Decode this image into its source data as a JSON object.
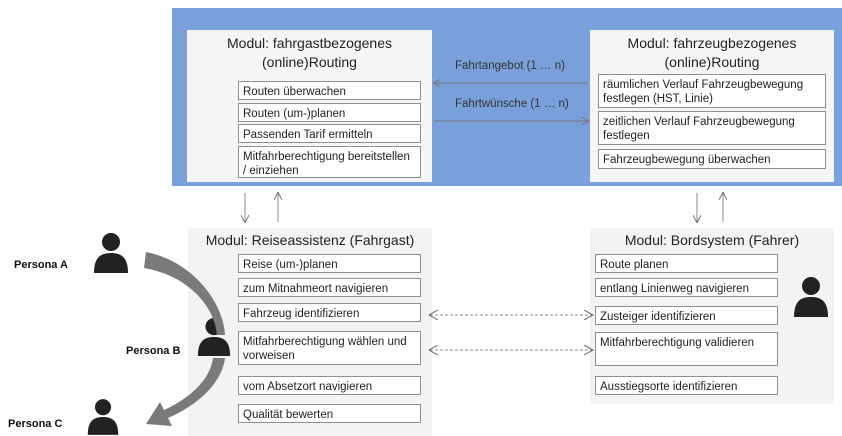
{
  "left_top_module": {
    "title_line1": "Modul: fahrgastbezogenes",
    "title_line2": "(online)Routing",
    "items": [
      "Routen überwachen",
      "Routen (um-)planen",
      "Passenden Tarif ermitteln",
      "Mitfahrberechtigung bereitstellen / einziehen"
    ]
  },
  "right_top_module": {
    "title_line1": "Modul: fahrzeugbezogenes",
    "title_line2": "(online)Routing",
    "items": [
      "räumlichen Verlauf Fahrzeugbewegung festlegen (HST, Linie)",
      "zeitlichen Verlauf Fahrzeugbewegung festlegen",
      "Fahrzeugbewegung überwachen"
    ]
  },
  "connections": {
    "offer": "Fahrtangebot (1 … n)",
    "wishes": "Fahrtwünsche (1 … n)"
  },
  "left_bottom_module": {
    "title": "Modul: Reiseassistenz (Fahrgast)",
    "items": [
      "Reise (um-)planen",
      "zum Mitnahmeort navigieren",
      "Fahrzeug identifizieren",
      "Mitfahrberechtigung wählen und vorweisen",
      "vom Absetzort navigieren",
      "Qualität bewerten"
    ]
  },
  "right_bottom_module": {
    "title": "Modul: Bordsystem (Fahrer)",
    "items": [
      "Route planen",
      "entlang Linienweg navigieren",
      "Zusteiger identifizieren",
      "Mitfahrberechtigung validieren",
      "Ausstiegsorte identifizieren"
    ]
  },
  "personas": {
    "a": "Persona A",
    "b": "Persona B",
    "c": "Persona C"
  },
  "colors": {
    "blue_band": "#7aa0dc",
    "panel": "#f3f3f3",
    "person": "#222222",
    "curve_arrow": "#7a7a7a"
  },
  "icons": [
    "person-icon"
  ]
}
